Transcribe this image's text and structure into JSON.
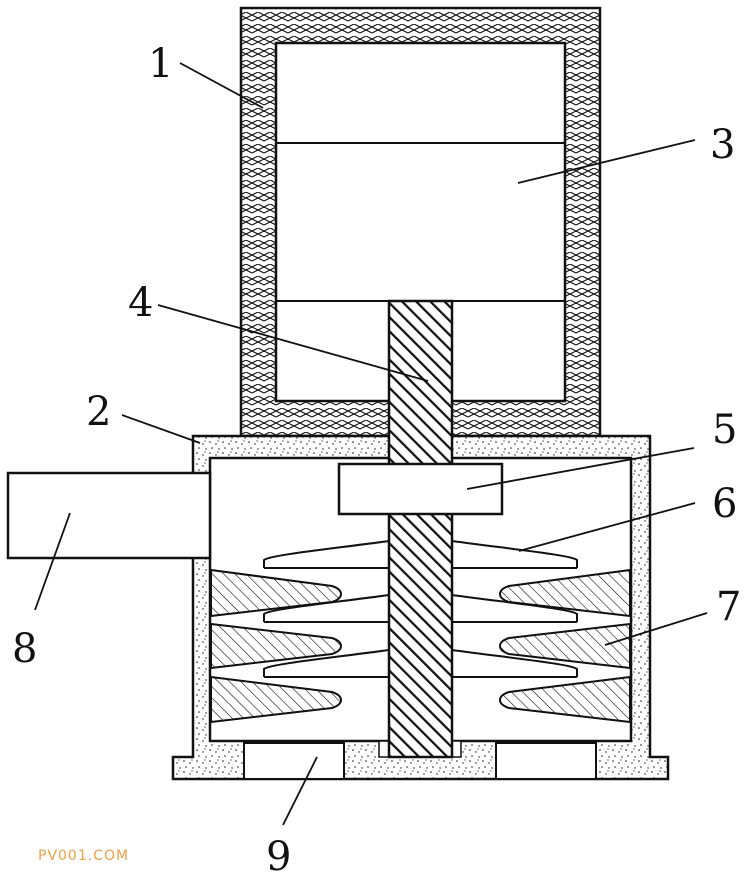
{
  "labels": {
    "l1": "1",
    "l2": "2",
    "l3": "3",
    "l4": "4",
    "l5": "5",
    "l6": "6",
    "l7": "7",
    "l8": "8",
    "l9": "9"
  },
  "watermark": "PV001.COM",
  "colors": {
    "line": "#111111",
    "watermark": "#f0a040",
    "background": "#ffffff"
  }
}
